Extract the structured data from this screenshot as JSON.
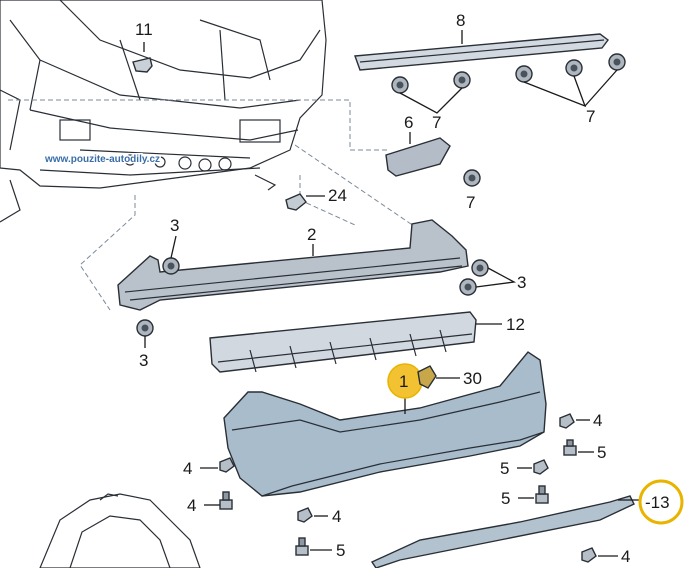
{
  "diagram": {
    "watermark": "www.pouzite-autodily.cz",
    "colors": {
      "part_fill": "#dfe4ea",
      "part_dark": "#9aa3ad",
      "bumper_fill": "#a9bccc",
      "bracket_fill": "#cdd5dd",
      "highlight_fill": "#f2c233",
      "highlight_ring": "#e8b400",
      "text": "#1a1a1a",
      "lines": "#1a1a1a",
      "dash": "#7a8a99"
    },
    "callouts": [
      {
        "id": "c11",
        "label": "11"
      },
      {
        "id": "c8",
        "label": "8"
      },
      {
        "id": "c7a",
        "label": "7"
      },
      {
        "id": "c7b",
        "label": "7"
      },
      {
        "id": "c6",
        "label": "6"
      },
      {
        "id": "c7c",
        "label": "7"
      },
      {
        "id": "c24",
        "label": "24"
      },
      {
        "id": "c3a",
        "label": "3"
      },
      {
        "id": "c2",
        "label": "2"
      },
      {
        "id": "c3b",
        "label": "3"
      },
      {
        "id": "c3c",
        "label": "3"
      },
      {
        "id": "c12",
        "label": "12"
      },
      {
        "id": "c1",
        "label": "1",
        "highlighted": true
      },
      {
        "id": "c30",
        "label": "30"
      },
      {
        "id": "c4a",
        "label": "4"
      },
      {
        "id": "c5a",
        "label": "5"
      },
      {
        "id": "c4b",
        "label": "4"
      },
      {
        "id": "c4c",
        "label": "4"
      },
      {
        "id": "c5b",
        "label": "5"
      },
      {
        "id": "c5c",
        "label": "5"
      },
      {
        "id": "c13",
        "label": "-13",
        "highlighted": true
      },
      {
        "id": "c4d",
        "label": "4"
      },
      {
        "id": "c5d",
        "label": "5"
      },
      {
        "id": "c4e",
        "label": "4"
      }
    ]
  }
}
